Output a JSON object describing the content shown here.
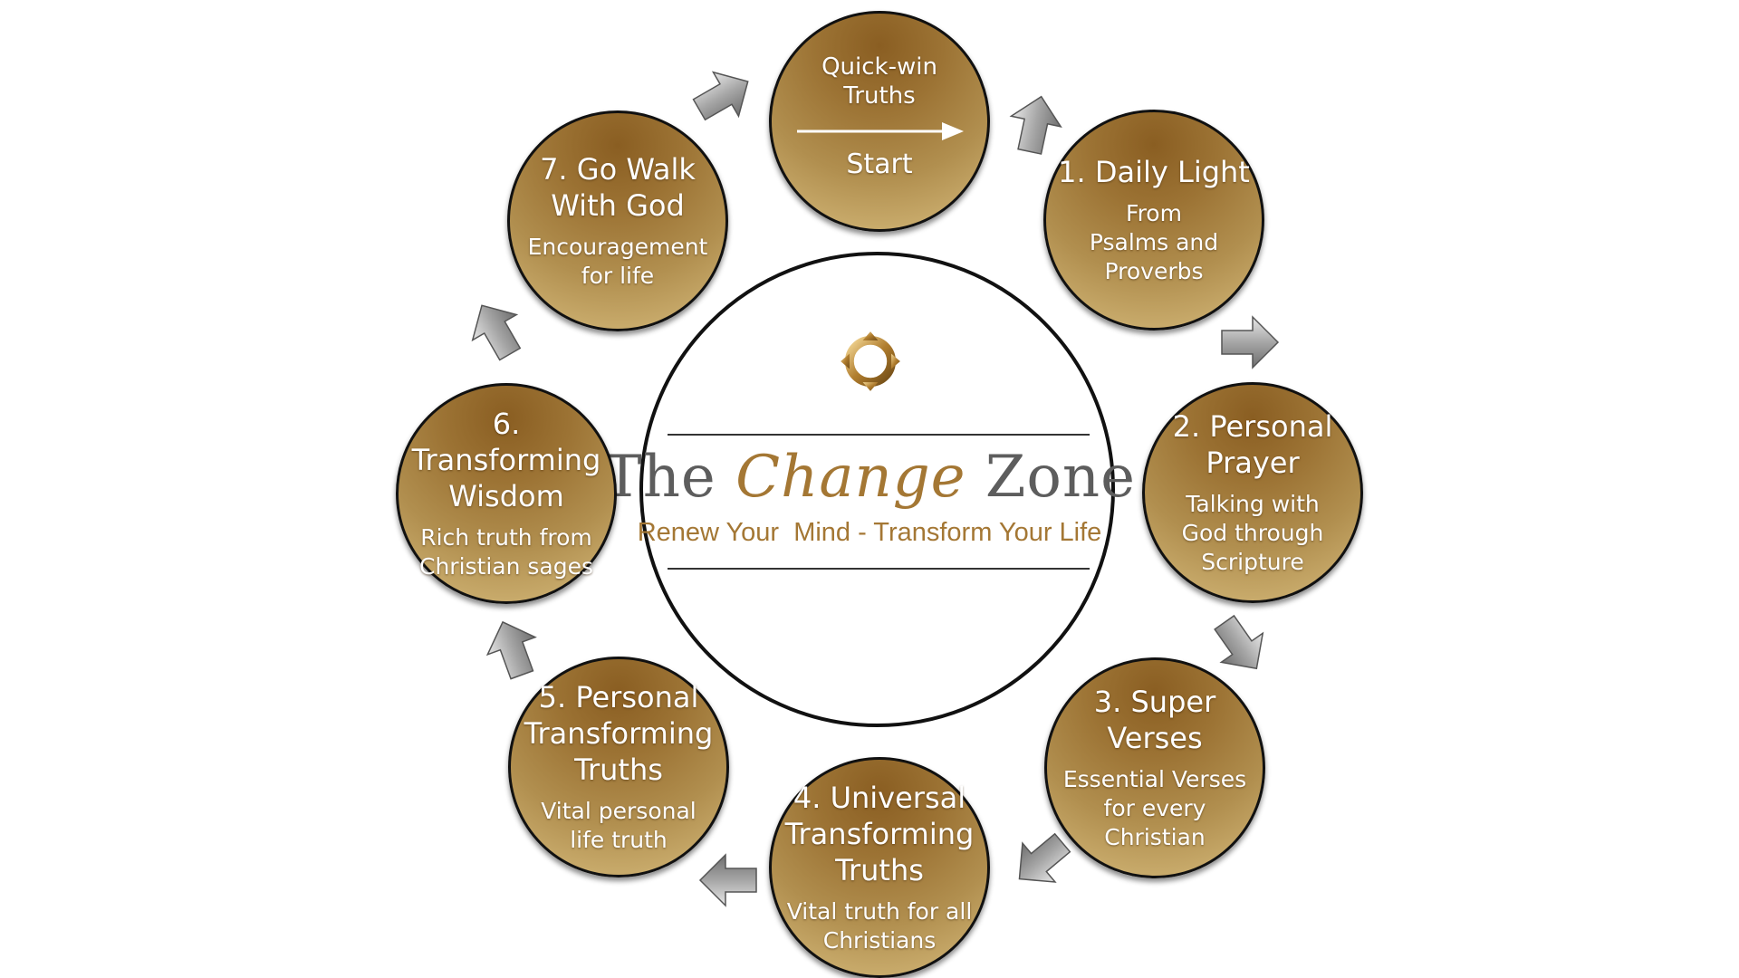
{
  "brand": {
    "title_part1": "The ",
    "title_accent": "Change",
    "title_part2": " Zone",
    "tagline": "Renew Your  Mind - Transform Your Life",
    "logo_icon": "cycle-arrows-icon",
    "accent_color": "#a47734",
    "title_color": "#5d5d5d"
  },
  "start_node": {
    "title": "Quick-win\nTruths",
    "label": "Start"
  },
  "nodes": [
    {
      "title": "1. Daily Light",
      "desc": "From\nPsalms and\nProverbs"
    },
    {
      "title": "2. Personal\nPrayer",
      "desc": "Talking with\nGod through\nScripture"
    },
    {
      "title": "3. Super\nVerses",
      "desc": "Essential Verses\nfor every\nChristian"
    },
    {
      "title": "4. Universal\nTransforming\nTruths",
      "desc": "Vital truth for all\nChristians"
    },
    {
      "title": "5. Personal\nTransforming\nTruths",
      "desc": "Vital personal\nlife truth"
    },
    {
      "title": "6. Transforming\nWisdom",
      "desc": "Rich truth from\nChristian sages"
    },
    {
      "title": "7. Go Walk\nWith God",
      "desc": "Encouragement\nfor life"
    }
  ],
  "colors": {
    "node_gold_dark": "#8a5e22",
    "node_gold_light": "#d6bb7c",
    "arrow_gray": "#9a9a9a"
  }
}
